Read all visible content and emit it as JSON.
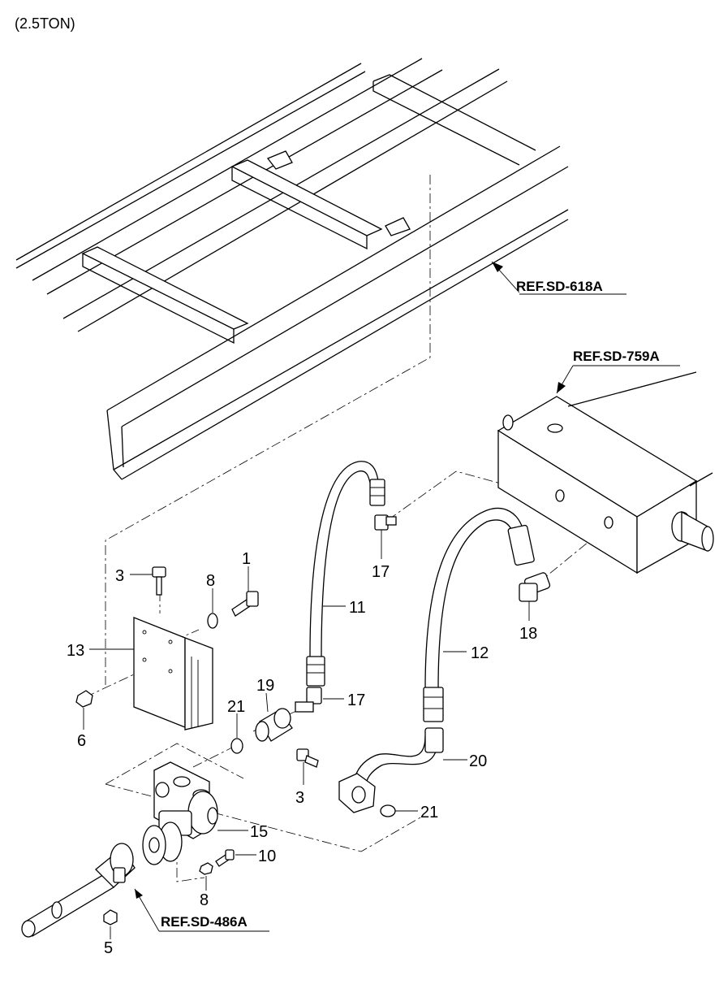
{
  "title": "(2.5TON)",
  "references": {
    "frame": "REF.SD-618A",
    "tank": "REF.SD-759A",
    "shaft": "REF.SD-486A"
  },
  "parts": {
    "p1": "1",
    "p3a": "3",
    "p3b": "3",
    "p5": "5",
    "p6": "6",
    "p8a": "8",
    "p8b": "8",
    "p10": "10",
    "p11": "11",
    "p12": "12",
    "p13": "13",
    "p15": "15",
    "p17a": "17",
    "p17b": "17",
    "p18": "18",
    "p19": "19",
    "p20": "20",
    "p21a": "21",
    "p21b": "21"
  }
}
